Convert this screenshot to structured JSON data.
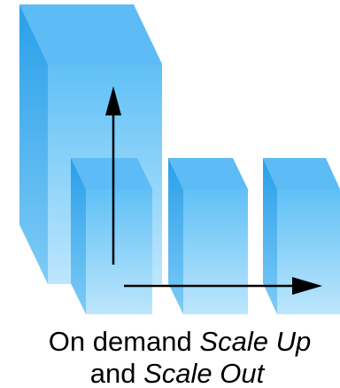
{
  "diagram": {
    "caption": {
      "line1_prefix": "On demand ",
      "line1_emphasis": "Scale Up",
      "line2_prefix": "and ",
      "line2_emphasis": "Scale Out"
    },
    "colors": {
      "cube_front_top": "#60c0f6",
      "cube_front_bottom": "#bde6fc",
      "cube_side_top": "#2a9fe9",
      "cube_side_bottom": "#7ecbf6",
      "cube_top_face": "#5dbbf5",
      "arrow": "#000000"
    },
    "blocks": [
      {
        "name": "large-block",
        "role": "scaled-up instance"
      },
      {
        "name": "small-block-1",
        "role": "instance"
      },
      {
        "name": "small-block-2",
        "role": "scaled-out instance"
      },
      {
        "name": "small-block-3",
        "role": "scaled-out instance"
      }
    ],
    "arrows": [
      {
        "name": "scale-up-arrow",
        "direction": "up"
      },
      {
        "name": "scale-out-arrow",
        "direction": "right"
      }
    ]
  }
}
